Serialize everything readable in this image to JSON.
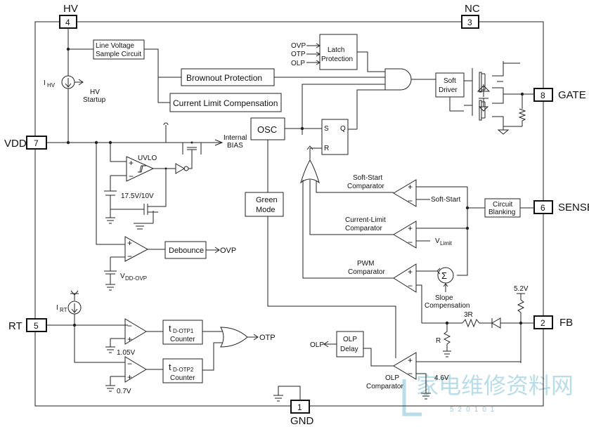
{
  "pins": {
    "hv": {
      "label": "HV",
      "num": "4"
    },
    "nc": {
      "label": "NC",
      "num": "3"
    },
    "vdd": {
      "label": "VDD",
      "num": "7"
    },
    "gate": {
      "label": "GATE",
      "num": "8"
    },
    "sense": {
      "label": "SENSE",
      "num": "6"
    },
    "rt": {
      "label": "RT",
      "num": "5"
    },
    "fb": {
      "label": "FB",
      "num": "2"
    },
    "gnd": {
      "label": "GND",
      "num": "1"
    }
  },
  "blocks": {
    "line_voltage": [
      "Line Voltage",
      "Sample Circuit"
    ],
    "brownout": "Brownout Protection",
    "current_limit_comp": "Current Limit Compensation",
    "latch": [
      "Latch",
      "Protection"
    ],
    "soft_driver": [
      "Soft",
      "Driver"
    ],
    "osc": "OSC",
    "sr_s": "S",
    "sr_q": "Q",
    "sr_r": "R",
    "green_mode": [
      "Green",
      "Mode"
    ],
    "circuit_blanking": [
      "Circuit",
      "Blanking"
    ],
    "debounce": "Debounce",
    "counter1_t": "t",
    "counter1_sub": "D-OTP1",
    "counter1_label": "Counter",
    "counter2_t": "t",
    "counter2_sub": "D-OTP2",
    "counter2_label": "Counter",
    "olp_delay": [
      "OLP",
      "Delay"
    ]
  },
  "labels": {
    "ihv_i": "I",
    "ihv_sub": "HV",
    "hv_startup": [
      "HV",
      "Startup"
    ],
    "internal_bias": [
      "Internal",
      "BIAS"
    ],
    "uvlo": "UVLO",
    "uvlo_v": "17.5V/10V",
    "ovp_in": "OVP",
    "otp_in": "OTP",
    "olp_in": "OLP",
    "ovp_out": "OVP",
    "vddovp_v": "V",
    "vddovp_sub": "DD-OVP",
    "irt_i": "I",
    "irt_sub": "RT",
    "v105": "1.05V",
    "v07": "0.7V",
    "otp_out": "OTP",
    "olp_out": "OLP",
    "olp_comp": [
      "OLP",
      "Comparator"
    ],
    "v46": "4.6V",
    "softstart_comp": [
      "Soft-Start",
      "Comparator"
    ],
    "softstart": "Soft-Start",
    "climit_comp": [
      "Current-Limit",
      "Comparator"
    ],
    "vlimit_v": "V",
    "vlimit_sub": "Limit",
    "pwm_comp": [
      "PWM",
      "Comparator"
    ],
    "sigma": "Σ",
    "slope_comp": [
      "Slope",
      "Compensation"
    ],
    "r3r": "3R",
    "r_r": "R",
    "v52": "5.2V",
    "plus": "+",
    "minus": "−"
  },
  "watermark": {
    "cn": "家电维修资料网",
    "num": "520101"
  }
}
